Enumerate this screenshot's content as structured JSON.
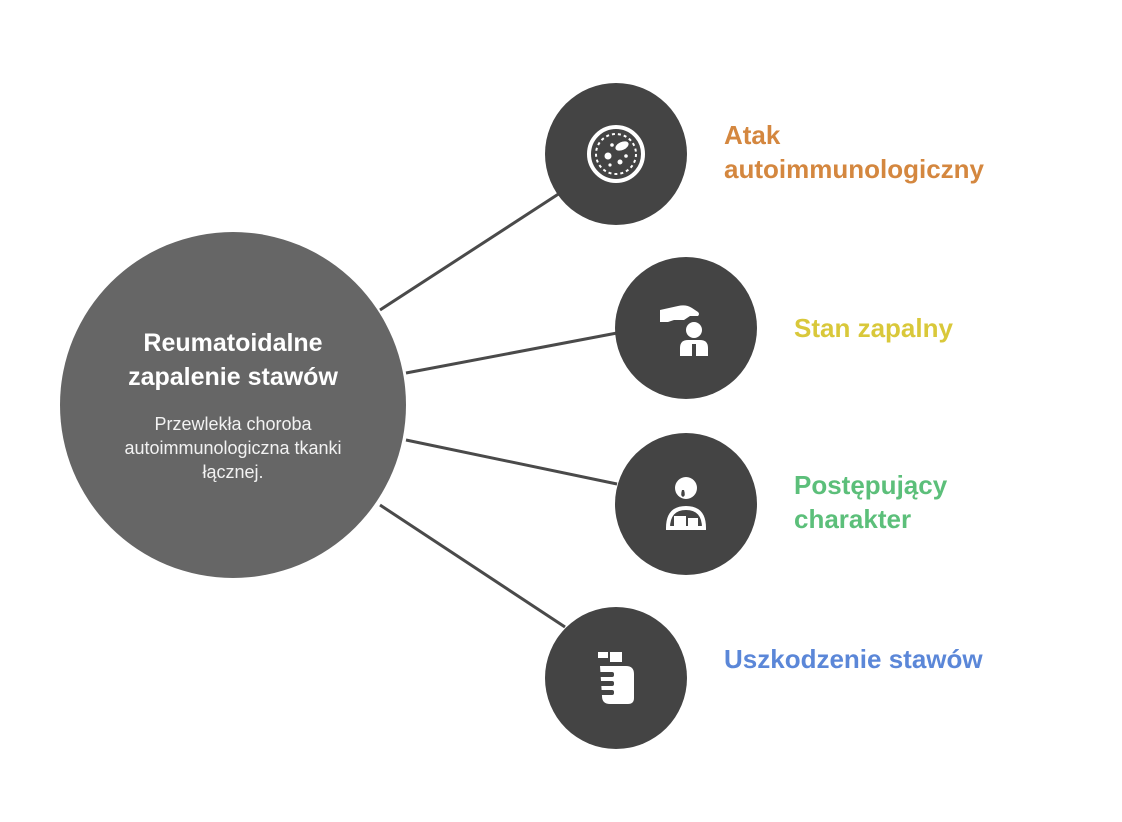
{
  "center": {
    "title": "Reumatoidalne zapalenie stawów",
    "description": "Przewlekła choroba autoimmunologiczna tkanki łącznej."
  },
  "items": [
    {
      "label": "Atak autoimmunologiczny",
      "color": "#d4873f",
      "icon": "bacteria-cell-icon"
    },
    {
      "label": "Stan zapalny",
      "color": "#d9c83a",
      "icon": "hand-over-person-icon"
    },
    {
      "label": "Postępujący charakter",
      "color": "#5cbf7a",
      "icon": "sad-person-icon"
    },
    {
      "label": "Uszkodzenie stawów",
      "color": "#5b87d8",
      "icon": "fist-icon"
    }
  ]
}
